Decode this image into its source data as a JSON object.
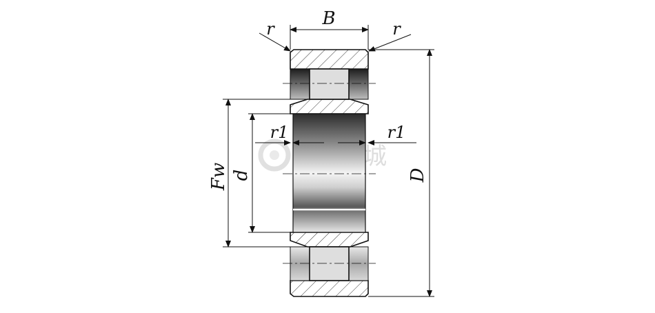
{
  "drawing": {
    "labels": {
      "width": "B",
      "radius_left": "r",
      "radius_right": "r",
      "inner_radius_left": "r1",
      "inner_radius_right": "r1",
      "roller_diameter": "Fw",
      "bore": "d",
      "outer_diameter": "D"
    },
    "watermark": "凡一商城",
    "colors": {
      "line": "#111111",
      "hatch": "#333333",
      "metal_light": "#f2f2f2",
      "metal_dark": "#3a3a3a",
      "roller": "#dcdcdc",
      "watermark": "#cfcfcf"
    }
  }
}
